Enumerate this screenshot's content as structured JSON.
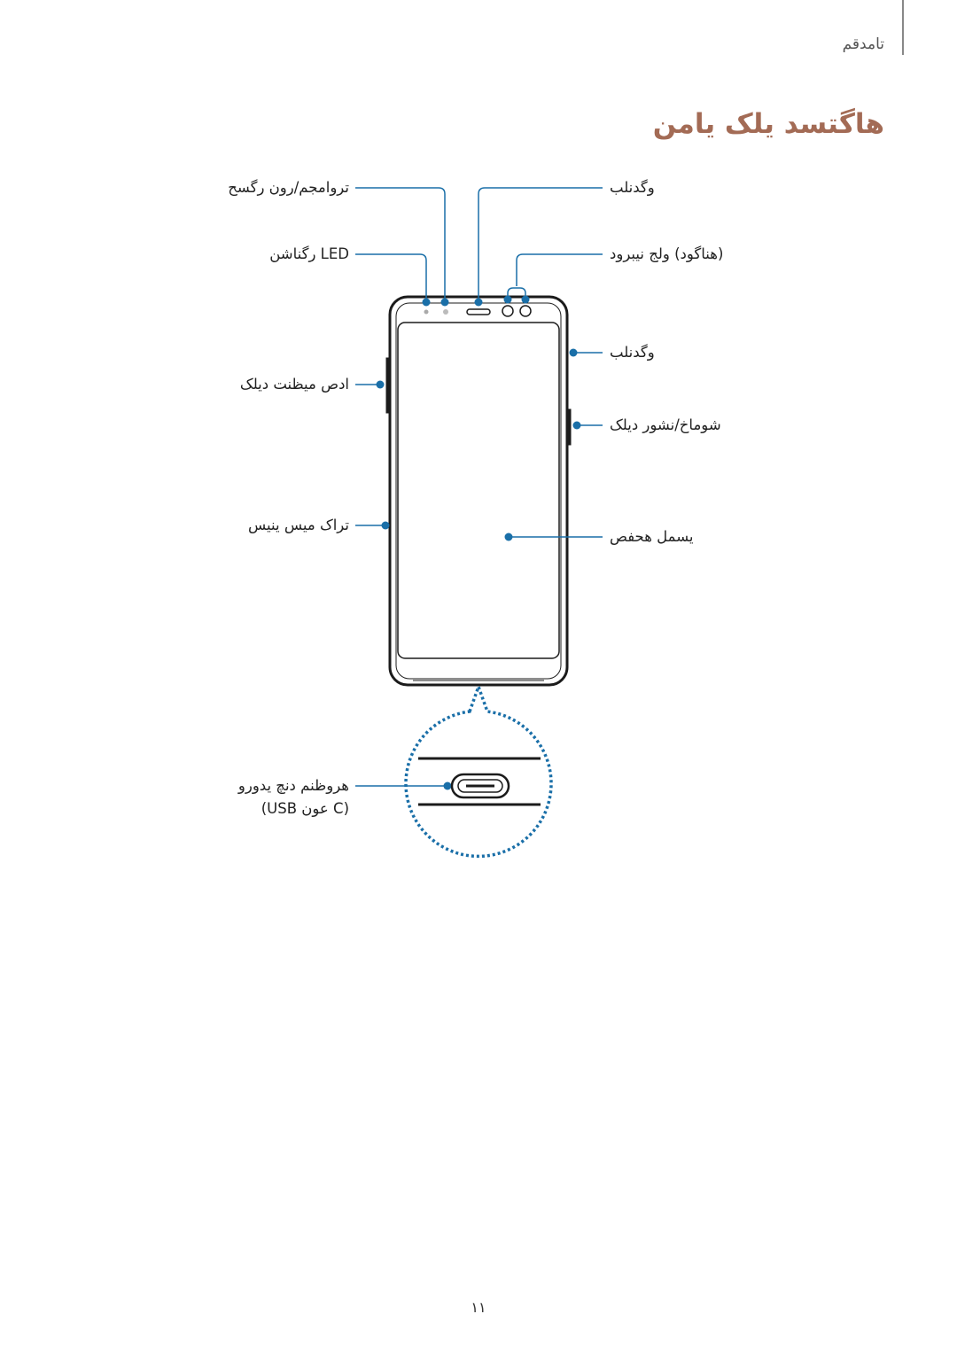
{
  "header": {
    "section": "تامدقم"
  },
  "title": "هاگتسد یلک یامن",
  "labels": {
    "proximity_sensor": "تروامجم/رون رگسح",
    "led": "LED رگناشن",
    "volume": "ادص میظنت دیلک",
    "sim_tray": "تراک میس ینیس",
    "usb": "هروظنم دنچ یدورو",
    "usb_type": "(C عون USB)",
    "speaker_top": "وگدنلب",
    "front_camera": "(هناگود) ولج نیبرود",
    "speaker_side": "وگدنلب",
    "power_key": "شوماخ/نشور دیلک",
    "touchscreen": "یسمل هحفص"
  },
  "colors": {
    "callout": "#1a6fa8",
    "title": "#a36b55"
  },
  "page_number": "۱۱"
}
